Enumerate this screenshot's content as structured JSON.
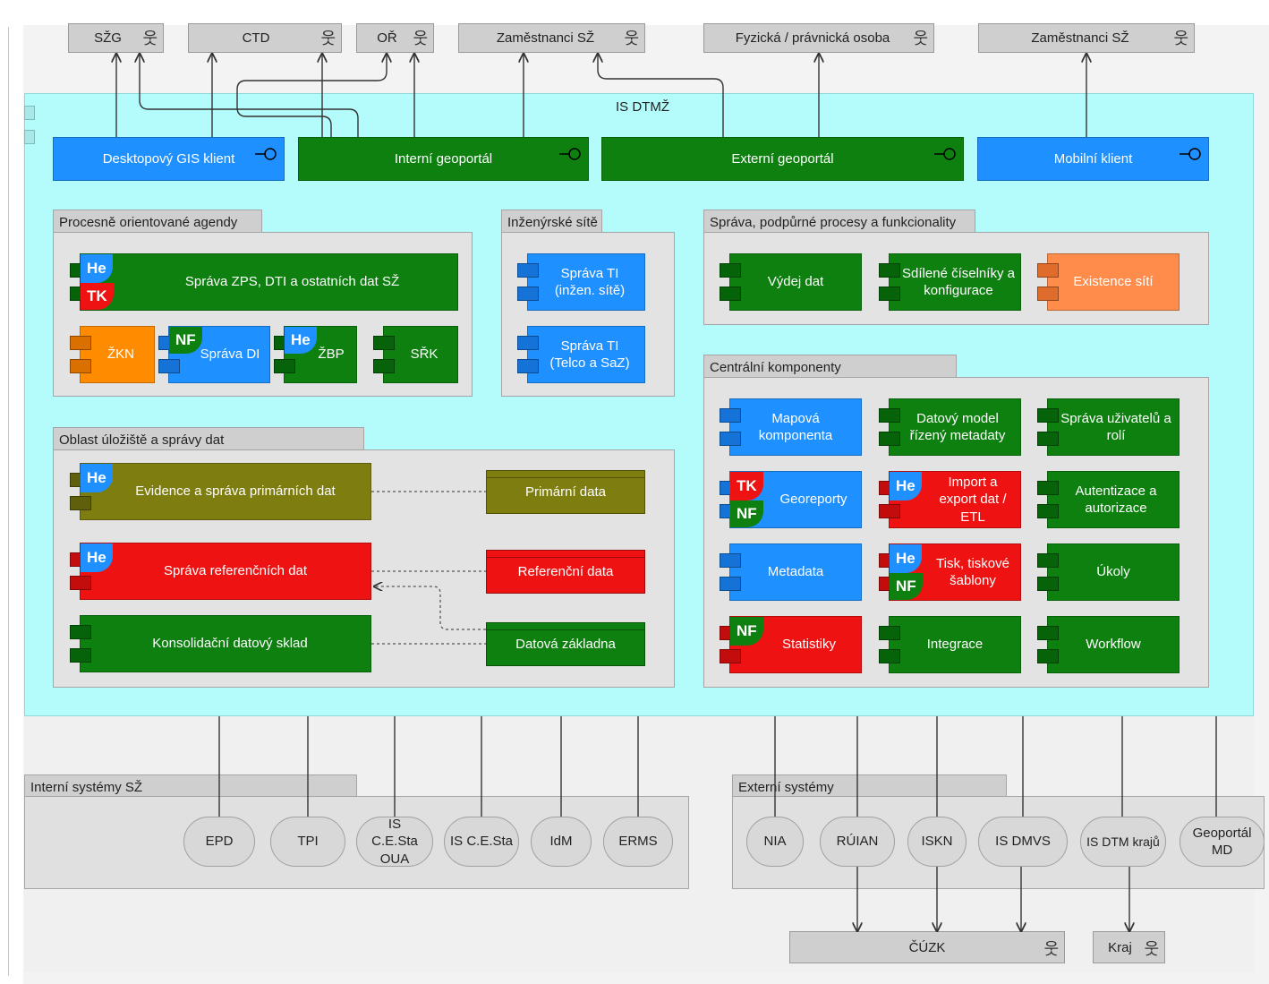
{
  "actors_top": [
    "SŽG",
    "CTD",
    "OŘ",
    "Zaměstnanci SŽ",
    "Fyzická / právnická osoba",
    "Zaměstnanci SŽ"
  ],
  "system_title": "IS DTMŽ",
  "clients": [
    {
      "label": "Desktopový GIS klient",
      "color": "#1e90ff"
    },
    {
      "label": "Interní geoportál",
      "color": "#0d800f"
    },
    {
      "label": "Externí geoportál",
      "color": "#0d800f"
    },
    {
      "label": "Mobilní klient",
      "color": "#1e90ff"
    }
  ],
  "groups": {
    "agendy": "Procesně orientované agendy",
    "site": "Inženýrské sítě",
    "sprava": "Správa, podpůrné procesy a funkcionality",
    "centralni": "Centrální komponenty",
    "uloziste": "Oblast úložiště a správy dat"
  },
  "components": {
    "zps": "Správa ZPS, DTI a ostatních dat SŽ",
    "zkn": "ŽKN",
    "spravadi": "Správa DI",
    "zbp": "ŽBP",
    "srk": "SŘK",
    "ti_inzen": "Správa TI (inžen. sítě)",
    "ti_telco": "Správa TI (Telco a SaZ)",
    "vydej": "Výdej dat",
    "ciselniky": "Sdílené číselníky a konfigurace",
    "existence": "Existence sítí",
    "mapova": "Mapová komponenta",
    "datovy_model": "Datový model řízený metadaty",
    "uzivatele": "Správa uživatelů a rolí",
    "georeporty": "Georeporty",
    "import": "Import a export dat / ETL",
    "autentizace": "Autentizace a autorizace",
    "metadata": "Metadata",
    "tisk": "Tisk, tiskové šablony",
    "ukoly": "Úkoly",
    "statistiky": "Statistiky",
    "integrace": "Integrace",
    "workflow": "Workflow",
    "evidence": "Evidence a správa primárních dat",
    "referencni": "Správa referenčních dat",
    "konsolidacni": "Konsolidační datový sklad"
  },
  "data_objects": {
    "primarni": "Primární data",
    "referencni": "Referenční data",
    "zakladna": "Datová základna"
  },
  "badges": {
    "he": "He",
    "tk": "TK",
    "nf": "NF"
  },
  "internal_title": "Interní systémy SŽ",
  "internal_systems": [
    "EPD",
    "TPI",
    "IS C.E.Sta OUA",
    "IS C.E.Sta",
    "IdM",
    "ERMS"
  ],
  "external_title": "Externí systémy",
  "external_systems": [
    "NIA",
    "RÚIAN",
    "ISKN",
    "IS DMVS",
    "IS DTM krajů",
    "Geoportál MD"
  ],
  "actors_bottom": [
    "ČÚZK",
    "Kraj"
  ]
}
